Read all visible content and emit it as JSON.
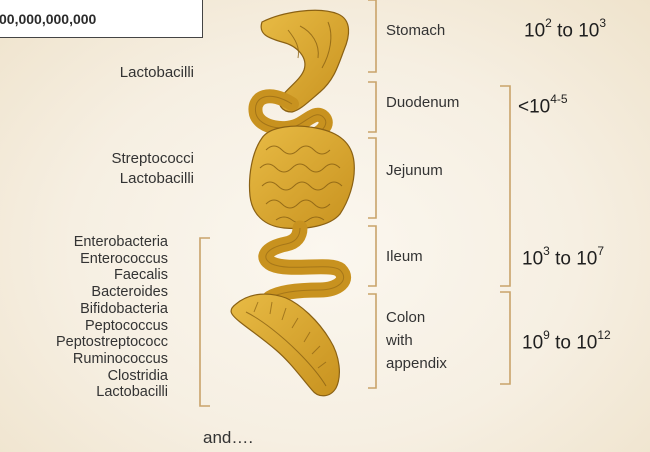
{
  "count_box": {
    "text": "00,000,000,000"
  },
  "left_labels": {
    "stomach_region": "Lactobacilli",
    "jejunum_region_1": "Streptococci",
    "jejunum_region_2": "Lactobacilli",
    "colon_region": [
      "Enterobacteria",
      "Enterococcus",
      "Faecalis",
      "Bacteroides",
      "Bifidobacteria",
      "Peptococcus",
      "Peptostreptococc",
      "Ruminococcus",
      "Clostridia",
      "Lactobacilli"
    ],
    "and_more": "and…."
  },
  "organs": {
    "stomach": "Stomach",
    "duodenum": "Duodenum",
    "jejunum": "Jejunum",
    "ileum": "Ileum",
    "colon_line1": "Colon",
    "colon_line2": "with",
    "colon_line3": "appendix"
  },
  "counts": {
    "stomach": {
      "base1": "10",
      "exp1": "2",
      "mid": " to ",
      "base2": "10",
      "exp2": "3"
    },
    "duodenum_jejunum": {
      "prefix": "<10",
      "exp": "4-5"
    },
    "ileum": {
      "base1": "10",
      "exp1": "3",
      "mid": " to ",
      "base2": "10",
      "exp2": "7"
    },
    "colon": {
      "base1": "10",
      "exp1": "9",
      "mid": " to ",
      "base2": "10",
      "exp2": "12"
    }
  },
  "colors": {
    "intestine": "#d9a72c",
    "intestine_dark": "#a8771a",
    "bracket": "#c9a36a"
  }
}
